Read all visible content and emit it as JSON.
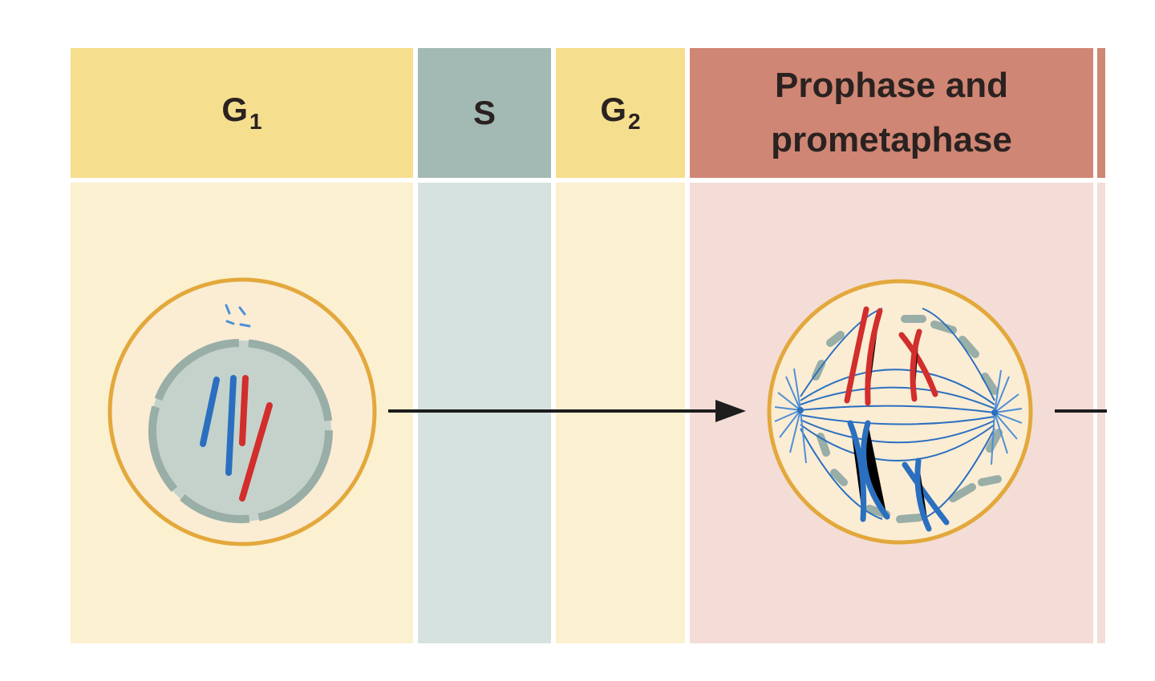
{
  "phases": [
    {
      "id": "g1",
      "label": "G",
      "sub": "1"
    },
    {
      "id": "s",
      "label": "S",
      "sub": ""
    },
    {
      "id": "g2",
      "label": "G",
      "sub": "2"
    },
    {
      "id": "prophase",
      "label": "Prophase and\nprometaphase",
      "sub": ""
    }
  ],
  "colors": {
    "g_header": "#f5de8e",
    "g_body": "#fbf0cf",
    "s_header": "#a3b9b3",
    "s_body": "#d6e2df",
    "m_header": "#d08674",
    "m_body": "#f3ddd6",
    "cell_membrane": "#e3a83c",
    "cell_cytoplasm": "#fbecd4",
    "nucleus": "#c5d2cc",
    "nuclear_envelope": "#98aea6",
    "chromosome_red": "#d12e2c",
    "chromosome_blue": "#2a6fc0",
    "spindle": "#2a6fc0",
    "arrow": "#1d1d1d"
  }
}
